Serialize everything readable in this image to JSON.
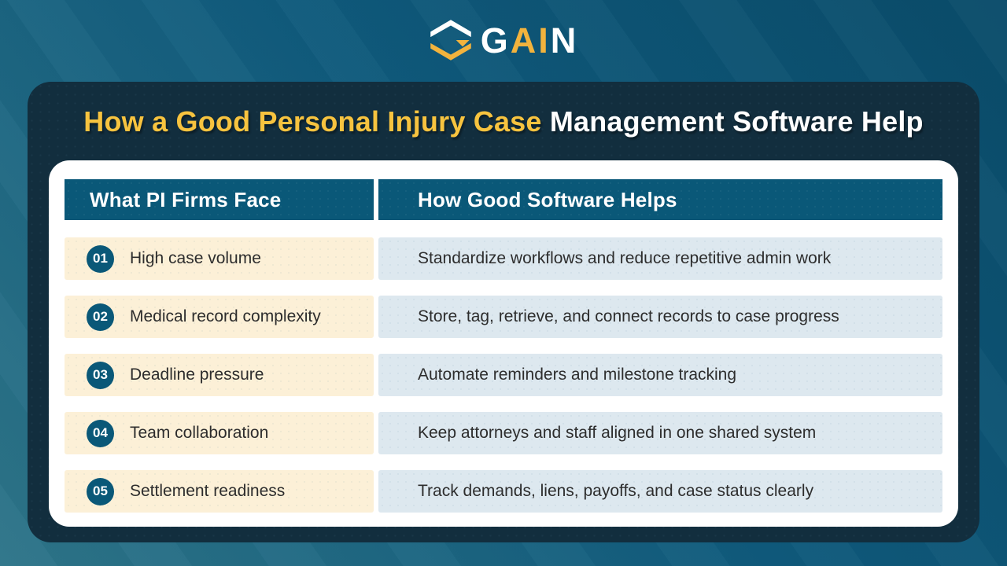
{
  "logo": {
    "icon": "gain-chevrons-mark",
    "part_white_1": "G",
    "part_yellow": "AI",
    "part_white_2": "N"
  },
  "title": {
    "highlight": "How a Good Personal Injury Case",
    "rest": " Management Software Help"
  },
  "table": {
    "headers": {
      "left": "What PI Firms Face",
      "right": "How Good Software Helps"
    },
    "rows": [
      {
        "num": "01",
        "challenge": "High case volume",
        "solution": "Standardize workflows and reduce repetitive admin work"
      },
      {
        "num": "02",
        "challenge": "Medical record complexity",
        "solution": "Store, tag, retrieve, and connect records to case progress"
      },
      {
        "num": "03",
        "challenge": "Deadline pressure",
        "solution": "Automate reminders and milestone tracking"
      },
      {
        "num": "04",
        "challenge": "Team collaboration",
        "solution": "Keep attorneys and staff aligned in one shared system"
      },
      {
        "num": "05",
        "challenge": "Settlement readiness",
        "solution": "Track demands, liens, payoffs, and case status clearly"
      }
    ]
  },
  "colors": {
    "accent_yellow": "#F7C33F",
    "logo_yellow": "#F2B33D",
    "header_teal": "#0A5878",
    "badge_teal": "#0A5878",
    "panel_navy": "#122E3E",
    "challenge_cream": "#FCF0D7",
    "solution_blue": "#DDE8EF",
    "background_teal_dark": "#0A4C6A",
    "background_teal_light": "#2E7589",
    "row_text": "#2D2D2D"
  }
}
